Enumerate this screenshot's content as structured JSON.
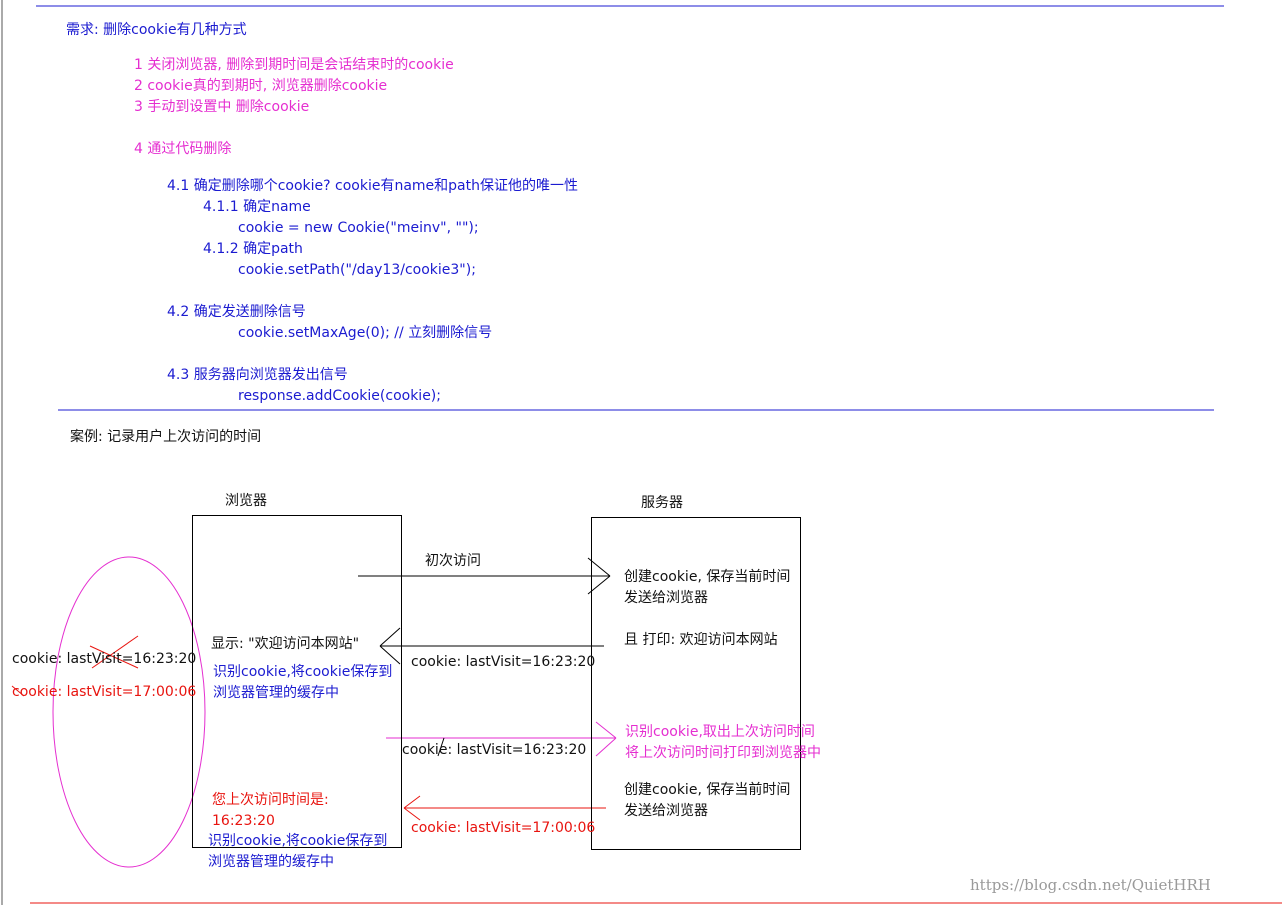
{
  "heading": "需求: 删除cookie有几种方式",
  "ways": [
    "1 关闭浏览器, 删除到期时间是会话结束时的cookie",
    "2 cookie真的到期时, 浏览器删除cookie",
    "3 手动到设置中 删除cookie",
    "4 通过代码删除"
  ],
  "steps": {
    "s41": "4.1 确定删除哪个cookie?  cookie有name和path保证他的唯一性",
    "s411": "4.1.1  确定name",
    "s411_code": "cookie = new Cookie(\"meinv\", \"\");",
    "s412": "4.1.2 确定path",
    "s412_code": "cookie.setPath(\"/day13/cookie3\");",
    "s42": "4.2 确定发送删除信号",
    "s42_code": "cookie.setMaxAge(0); // 立刻删除信号",
    "s43": "4.3 服务器向浏览器发出信号",
    "s43_code": "response.addCookie(cookie);"
  },
  "case_title": "案例: 记录用户上次访问的时间",
  "diagram": {
    "browser_label": "浏览器",
    "server_label": "服务器",
    "first_visit": "初次访问",
    "server_create_1": "创建cookie, 保存当前时间",
    "server_send_1": "发送给浏览器",
    "server_print": "且 打印: 欢迎访问本网站",
    "browser_show": "显示: \"欢迎访问本网站\"",
    "browser_recognize_1a": "识别cookie,将cookie保存到",
    "browser_recognize_1b": "浏览器管理的缓存中",
    "resp_cookie_1": "cookie: lastVisit=16:23:20",
    "store_old": "cookie: lastVisit=16:23:20",
    "store_new": "cookie: lastVisit=17:00:06",
    "req_cookie": "cookie: lastVisit=16:23:20",
    "server_recognize_a": "识别cookie,取出上次访问时间",
    "server_recognize_b": "将上次访问时间打印到浏览器中",
    "server_create_2": "创建cookie, 保存当前时间",
    "server_send_2": "发送给浏览器",
    "last_visit_label": "您上次访问时间是:",
    "last_visit_time": "16:23:20",
    "browser_recognize_2a": "识别cookie,将cookie保存到",
    "browser_recognize_2b": "浏览器管理的缓存中",
    "resp_cookie_2": "cookie: lastVisit=17:00:06"
  },
  "watermark": "https://blog.csdn.net/QuietHRH",
  "colors": {
    "blue": "#1b1bd0",
    "pink": "#e52ed0",
    "red": "#e8140f",
    "black": "#111111"
  }
}
